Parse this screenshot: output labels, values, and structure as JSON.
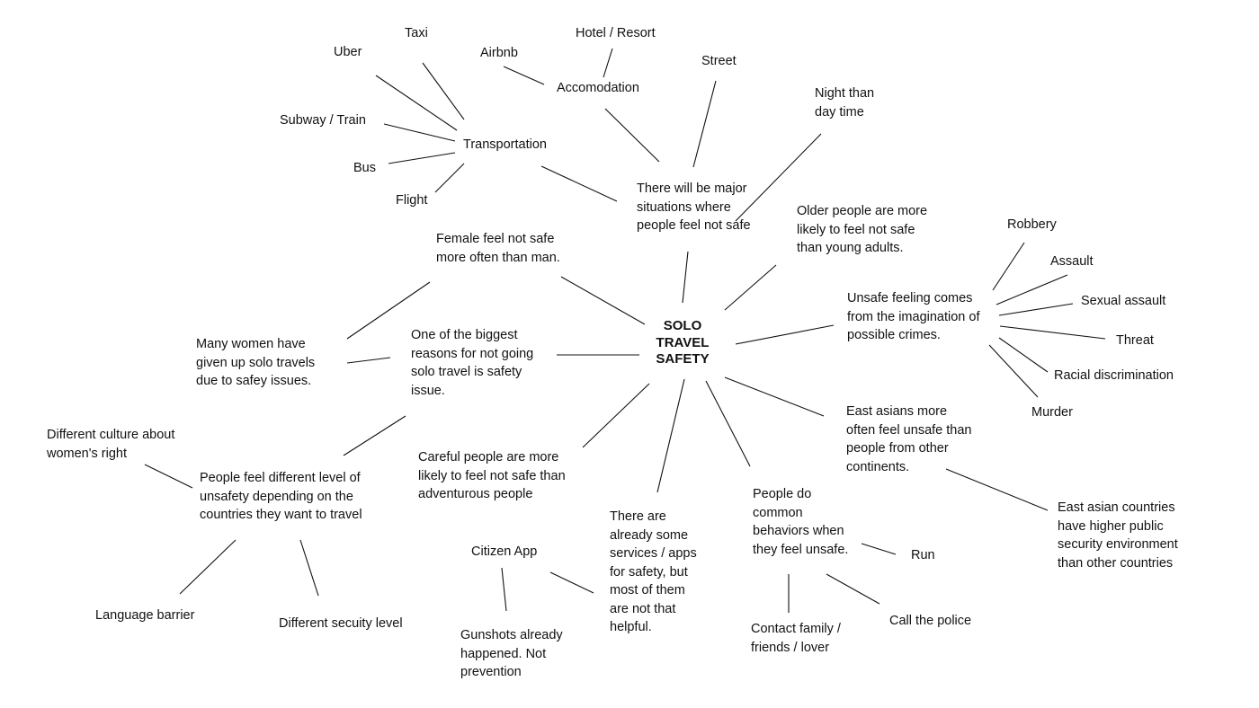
{
  "center": {
    "lines": [
      "SOLO",
      "TRAVEL",
      "SAFETY"
    ]
  },
  "nodes": {
    "taxi": {
      "lines": [
        "Taxi"
      ]
    },
    "uber": {
      "lines": [
        "Uber"
      ]
    },
    "subway": {
      "lines": [
        "Subway / Train"
      ]
    },
    "bus": {
      "lines": [
        "Bus"
      ]
    },
    "flight": {
      "lines": [
        "Flight"
      ]
    },
    "transportation": {
      "lines": [
        "Transportation"
      ]
    },
    "airbnb": {
      "lines": [
        "Airbnb"
      ]
    },
    "hotel": {
      "lines": [
        "Hotel / Resort"
      ]
    },
    "accomodation": {
      "lines": [
        "Accomodation"
      ]
    },
    "street": {
      "lines": [
        "Street"
      ]
    },
    "night": {
      "lines": [
        "Night than",
        "day time"
      ]
    },
    "major_situations": {
      "lines": [
        "There will be major",
        "situations where",
        "people feel not safe"
      ]
    },
    "older_people": {
      "lines": [
        "Older people are more",
        "likely to feel not safe",
        "than young adults."
      ]
    },
    "female": {
      "lines": [
        "Female feel not safe",
        "more often than man."
      ]
    },
    "many_women": {
      "lines": [
        "Many women have",
        "given up solo travels",
        "due to safey issues."
      ]
    },
    "biggest_reasons": {
      "lines": [
        "One of the biggest",
        "reasons for not going",
        "solo travel is safety",
        "issue."
      ]
    },
    "unsafe_feeling": {
      "lines": [
        "Unsafe feeling comes",
        "from the imagination of",
        "possible crimes."
      ]
    },
    "robbery": {
      "lines": [
        "Robbery"
      ]
    },
    "assault": {
      "lines": [
        "Assault"
      ]
    },
    "sexual_assault": {
      "lines": [
        "Sexual assault"
      ]
    },
    "threat": {
      "lines": [
        "Threat"
      ]
    },
    "racial": {
      "lines": [
        "Racial discrimination"
      ]
    },
    "murder": {
      "lines": [
        "Murder"
      ]
    },
    "east_asians": {
      "lines": [
        "East asians more",
        "often feel unsafe than",
        "people from other",
        "continents."
      ]
    },
    "east_asian_countries": {
      "lines": [
        "East asian countries",
        "have higher public",
        "security environment",
        "than other countries"
      ]
    },
    "different_culture": {
      "lines": [
        "Different culture about",
        "women's right"
      ]
    },
    "people_different": {
      "lines": [
        "People feel different level of",
        "unsafety depending on the",
        "countries they want to travel"
      ]
    },
    "language": {
      "lines": [
        "Language barrier"
      ]
    },
    "security_level": {
      "lines": [
        "Different secuity level"
      ]
    },
    "careful": {
      "lines": [
        "Careful people are more",
        "likely to feel not safe than",
        "adventurous people"
      ]
    },
    "services": {
      "lines": [
        "There are",
        "already some",
        "services / apps",
        "for safety, but",
        "most of them",
        "are not that",
        "helpful."
      ]
    },
    "citizen": {
      "lines": [
        "Citizen App"
      ]
    },
    "gunshots": {
      "lines": [
        "Gunshots already",
        "happened. Not",
        "prevention"
      ]
    },
    "behaviors": {
      "lines": [
        "People do",
        "common",
        "behaviors when",
        "they feel unsafe."
      ]
    },
    "run": {
      "lines": [
        "Run"
      ]
    },
    "police": {
      "lines": [
        "Call the police"
      ]
    },
    "contact": {
      "lines": [
        "Contact family /",
        "friends / lover"
      ]
    }
  }
}
